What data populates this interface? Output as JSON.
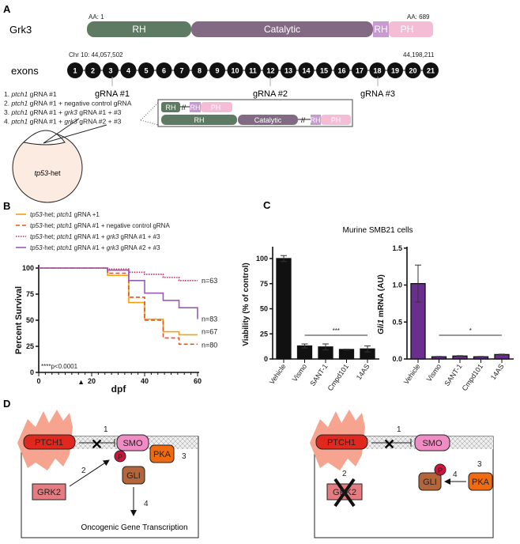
{
  "panels": {
    "a": "A",
    "b": "B",
    "c": "C",
    "d": "D"
  },
  "panel_a": {
    "gene": "Grk3",
    "aa_start": "AA: 1",
    "aa_end": "AA: 689",
    "domains": [
      "RH",
      "Catalytic",
      "RH",
      "PH"
    ],
    "exons_label": "exons",
    "chr_start": "Chr 10: 44,057,502",
    "chr_end": "44,198,211",
    "exons": [
      "1",
      "2",
      "3",
      "4",
      "5",
      "6",
      "7",
      "8",
      "9",
      "10",
      "11",
      "12",
      "13",
      "14",
      "15",
      "16",
      "17",
      "18",
      "19",
      "20",
      "21"
    ],
    "grnas": [
      "gRNA #1",
      "gRNA #2",
      "gRNA #3"
    ],
    "injections": [
      {
        "n": "1. ",
        "g1": "ptch1",
        "rest": " gRNA #1",
        "g2": "",
        "rest2": ""
      },
      {
        "n": "2. ",
        "g1": "ptch1",
        "rest": " gRNA #1 + negative control gRNA",
        "g2": "",
        "rest2": ""
      },
      {
        "n": "3. ",
        "g1": "ptch1",
        "rest": " gRNA #1 + ",
        "g2": "grk3",
        "rest2": " gRNA #1 + #3"
      },
      {
        "n": "4. ",
        "g1": "ptch1",
        "rest": " gRNA #1 + ",
        "g2": "grk3",
        "rest2": " gRNA #2 + #3"
      }
    ],
    "truncated_domains": {
      "row1": [
        "RH",
        "RH",
        "PH"
      ],
      "row2": [
        "RH",
        "Catalytic",
        "RH",
        "PH"
      ]
    },
    "embryo": {
      "gene": "tp53",
      "suffix": "-het"
    }
  },
  "chart_data": [
    {
      "type": "line",
      "title": "",
      "xlabel": "dpf",
      "ylabel": "Percent Survival",
      "xlim": [
        0,
        60
      ],
      "ylim": [
        0,
        100
      ],
      "xticks": [
        "0",
        "20",
        "40",
        "60"
      ],
      "yticks": [
        "0",
        "25",
        "50",
        "75",
        "100"
      ],
      "annotation": "****p<0.0001",
      "marker": "▲",
      "marker_x": 16,
      "series": [
        {
          "name": "tp53-het; ptch1 gRNA +1",
          "legend": {
            "g0": "tp53",
            "a": "-het; ",
            "g1": "ptch1",
            "b": " gRNA +1",
            "g2": "",
            "c": ""
          },
          "n_label": "n=67",
          "color": "#f5a011",
          "dash": "",
          "x": [
            0,
            26,
            34,
            40,
            47,
            53,
            60
          ],
          "y": [
            100,
            93,
            67,
            51,
            39,
            36,
            36
          ]
        },
        {
          "name": "tp53-het; ptch1 gRNA #1 + negative control gRNA",
          "legend": {
            "g0": "tp53",
            "a": "-het; ",
            "g1": "ptch1",
            "b": " gRNA #1 + negative control gRNA",
            "g2": "",
            "c": ""
          },
          "n_label": "n=80",
          "color": "#e8521e",
          "dash": "5,3",
          "x": [
            0,
            26,
            34,
            40,
            47,
            53,
            60
          ],
          "y": [
            100,
            95,
            72,
            50,
            33,
            27,
            27
          ]
        },
        {
          "name": "tp53-het; ptch1 gRNA #1 + grk3 gRNA #1 + #3",
          "legend": {
            "g0": "tp53",
            "a": "-het; ",
            "g1": "ptch1",
            "b": " gRNA #1 + ",
            "g2": "grk3",
            "c": " gRNA #1 + #3"
          },
          "n_label": "n=63",
          "color": "#b0306a",
          "dash": "1.5,1.5",
          "x": [
            0,
            26,
            34,
            40,
            47,
            53,
            60
          ],
          "y": [
            100,
            99,
            96,
            94,
            91,
            88,
            88
          ]
        },
        {
          "name": "tp53-het; ptch1 gRNA #1 + grk3 gRNA #2 + #3",
          "legend": {
            "g0": "tp53",
            "a": "-het; ",
            "g1": "ptch1",
            "b": " gRNA #1 + ",
            "g2": "grk3",
            "c": " gRNA #2 + #3"
          },
          "n_label": "n=83",
          "color": "#9a5bb5",
          "dash": "",
          "x": [
            0,
            26,
            34,
            40,
            47,
            53,
            60
          ],
          "y": [
            100,
            98,
            88,
            76,
            69,
            62,
            51
          ]
        }
      ]
    },
    {
      "type": "bar",
      "title": "Murine SMB21 cells",
      "ylabel": "Viability (% of control)",
      "ylim": [
        0,
        110
      ],
      "yticks": [
        "0",
        "25",
        "50",
        "75",
        "100"
      ],
      "color": "#111111",
      "categories": [
        "Vehicle",
        "Vismo",
        "SANT-1",
        "Cmpd101",
        "14AS"
      ],
      "values": [
        100,
        13,
        12,
        9.5,
        10
      ],
      "errors": [
        3,
        2,
        3,
        0.3,
        3
      ],
      "significance": "***"
    },
    {
      "type": "bar",
      "ylabel_italic": "Gli1",
      "ylabel_rest": " mRNA (AU)",
      "ylim": [
        0,
        1.5
      ],
      "yticks": [
        "0.0",
        "0.5",
        "1.0",
        "1.5"
      ],
      "color": "#6a2f8e",
      "categories": [
        "Vehicle",
        "Vismo",
        "SANT-1",
        "Cmpd101",
        "14AS"
      ],
      "values": [
        1.02,
        0.03,
        0.04,
        0.03,
        0.06
      ],
      "errors": [
        0.25,
        0.005,
        0.005,
        0.005,
        0.005
      ],
      "significance": "*"
    }
  ],
  "panel_d": {
    "left": {
      "ptch1": "PTCH1",
      "smo": "SMO",
      "p": "P",
      "pka": "PKA",
      "gli": "GLI",
      "grk2": "GRK2",
      "steps": [
        "1",
        "2",
        "3",
        "4"
      ],
      "output": "Oncogenic Gene Transcription"
    },
    "right": {
      "ptch1": "PTCH1",
      "smo": "SMO",
      "p": "P",
      "pka": "PKA",
      "gli": "GLI",
      "grk2": "GRK2",
      "steps": [
        "1",
        "2",
        "3",
        "4"
      ]
    }
  }
}
